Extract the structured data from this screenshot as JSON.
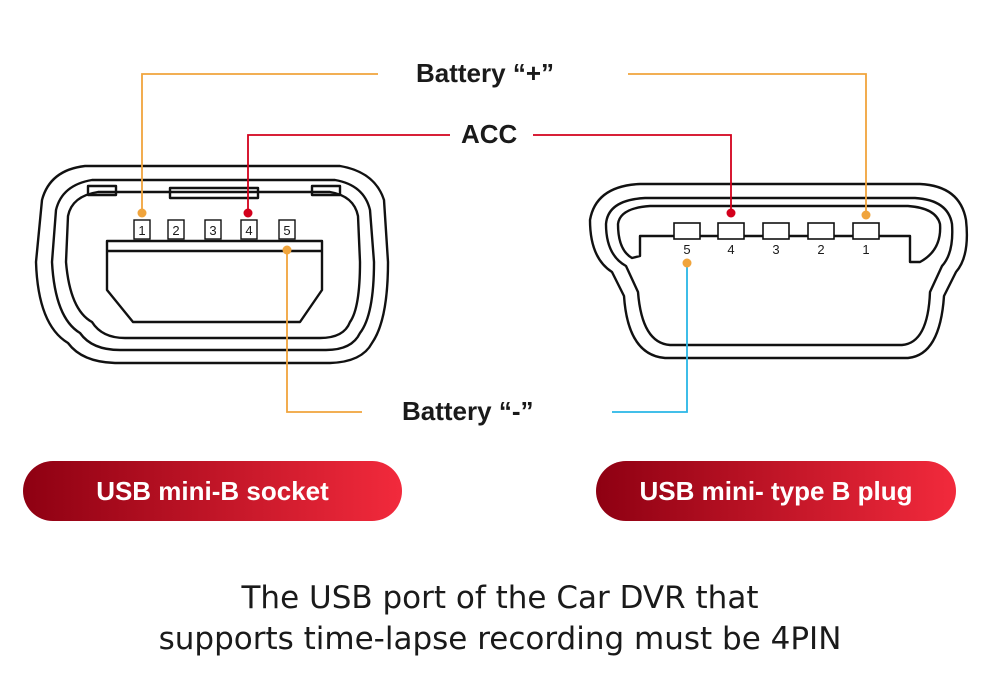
{
  "callouts": {
    "battery_plus": "Battery “+”",
    "acc": "ACC",
    "battery_minus": "Battery “-”"
  },
  "connectors": {
    "socket": {
      "label": "USB mini-B socket",
      "pins": [
        "1",
        "2",
        "3",
        "4",
        "5"
      ]
    },
    "plug": {
      "label": "USB mini- type B plug",
      "pins": [
        "5",
        "4",
        "3",
        "2",
        "1"
      ]
    }
  },
  "caption": {
    "line1": "The USB port of the Car DVR that",
    "line2": "supports time-lapse recording must be 4PIN"
  },
  "colors": {
    "battery_plus_line": "#F0A43C",
    "acc_line": "#D3001C",
    "battery_minus_socket_line": "#F0A43C",
    "battery_minus_plug_line": "#29B6E6",
    "pill_gradient_start": "#8E0012",
    "pill_gradient_end": "#F22A3C"
  }
}
